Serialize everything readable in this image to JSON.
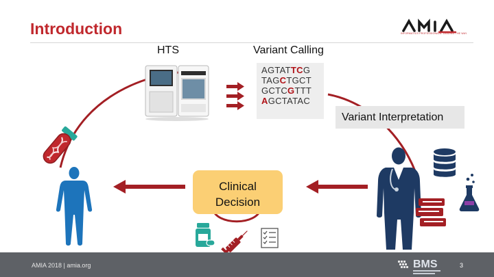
{
  "slide": {
    "title": "Introduction"
  },
  "logo": {
    "text": "AMIA",
    "subtext": "INFORMATICS PROFESSIONALS. LEADING THE WAY."
  },
  "diagram": {
    "hts_label": "HTS",
    "variant_calling_label": "Variant Calling",
    "sequence": {
      "lines": [
        {
          "pre": "AGTAT",
          "mark": "TC",
          "post": "G"
        },
        {
          "pre": "TAG",
          "mark": "C",
          "post": "TGCT"
        },
        {
          "pre": "GCTC",
          "mark": "G",
          "post": "TTT"
        },
        {
          "pre": "",
          "mark": "A",
          "post": "GCTATAC"
        }
      ]
    },
    "variant_interpretation_label": "Variant Interpretation",
    "clinical_decision": {
      "line1": "Clinical",
      "line2": "Decision"
    },
    "icons": [
      "dna-sample-tube-icon",
      "sequencer-machine-icon",
      "triple-arrow-icon",
      "human-body-icon",
      "doctor-icon",
      "database-icon",
      "books-icon",
      "flask-icon",
      "pill-bottle-icon",
      "syringe-icon",
      "checklist-icon"
    ]
  },
  "footer": {
    "text": "AMIA 2018 | amia.org",
    "page_number": "3",
    "partner_logo": "BMS"
  },
  "colors": {
    "accent": "#c0282d",
    "arrow": "#a31f24",
    "body_blue": "#1d74bb",
    "doctor_navy": "#1e3a63",
    "decision": "#fbcf74",
    "footer": "#5e6166"
  }
}
